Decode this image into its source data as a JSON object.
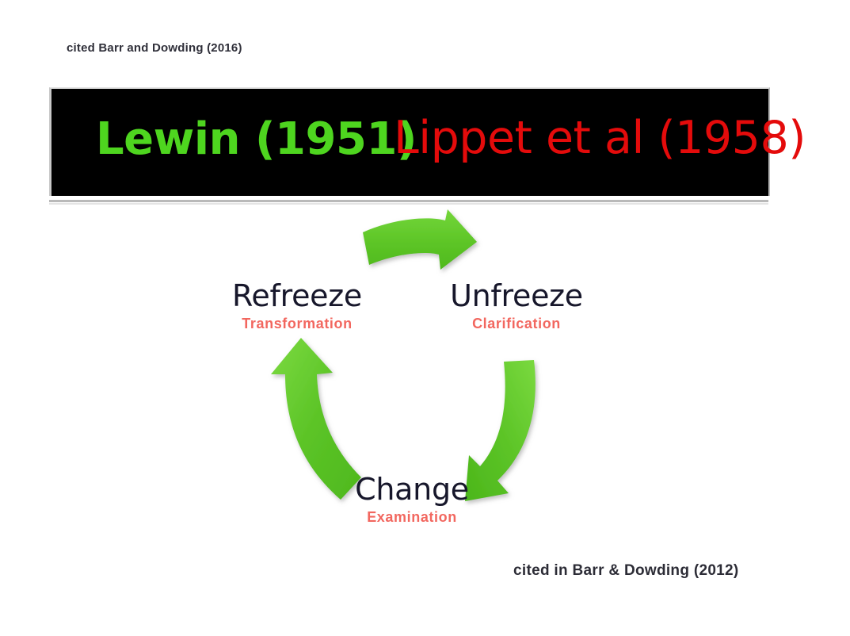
{
  "page": {
    "background_color": "#ffffff",
    "top_citation": "cited Barr and Dowding (2016)",
    "bottom_citation": "cited in Barr & Dowding (2012)"
  },
  "banner": {
    "background_color": "#000000",
    "left_title": "Lewin (1951)",
    "left_title_color": "#4ed51f",
    "right_title": "Lippet et al (1958)",
    "right_title_color": "#e40b0b"
  },
  "diagram": {
    "type": "cycle",
    "arrow_color": "#5cc427",
    "title_color": "#17172b",
    "subtitle_color": "#f2675f",
    "nodes": [
      {
        "title": "Refreeze",
        "subtitle": "Transformation",
        "position": "left"
      },
      {
        "title": "Unfreeze",
        "subtitle": "Clarification",
        "position": "right"
      },
      {
        "title": "Change",
        "subtitle": "Examination",
        "position": "bottom"
      }
    ],
    "arrows": [
      {
        "name": "arrow-refreeze-to-unfreeze",
        "from": "Refreeze",
        "to": "Unfreeze",
        "direction": "right"
      },
      {
        "name": "arrow-unfreeze-to-change",
        "from": "Unfreeze",
        "to": "Change",
        "direction": "down-left"
      },
      {
        "name": "arrow-change-to-refreeze",
        "from": "Change",
        "to": "Refreeze",
        "direction": "up-left"
      }
    ]
  }
}
